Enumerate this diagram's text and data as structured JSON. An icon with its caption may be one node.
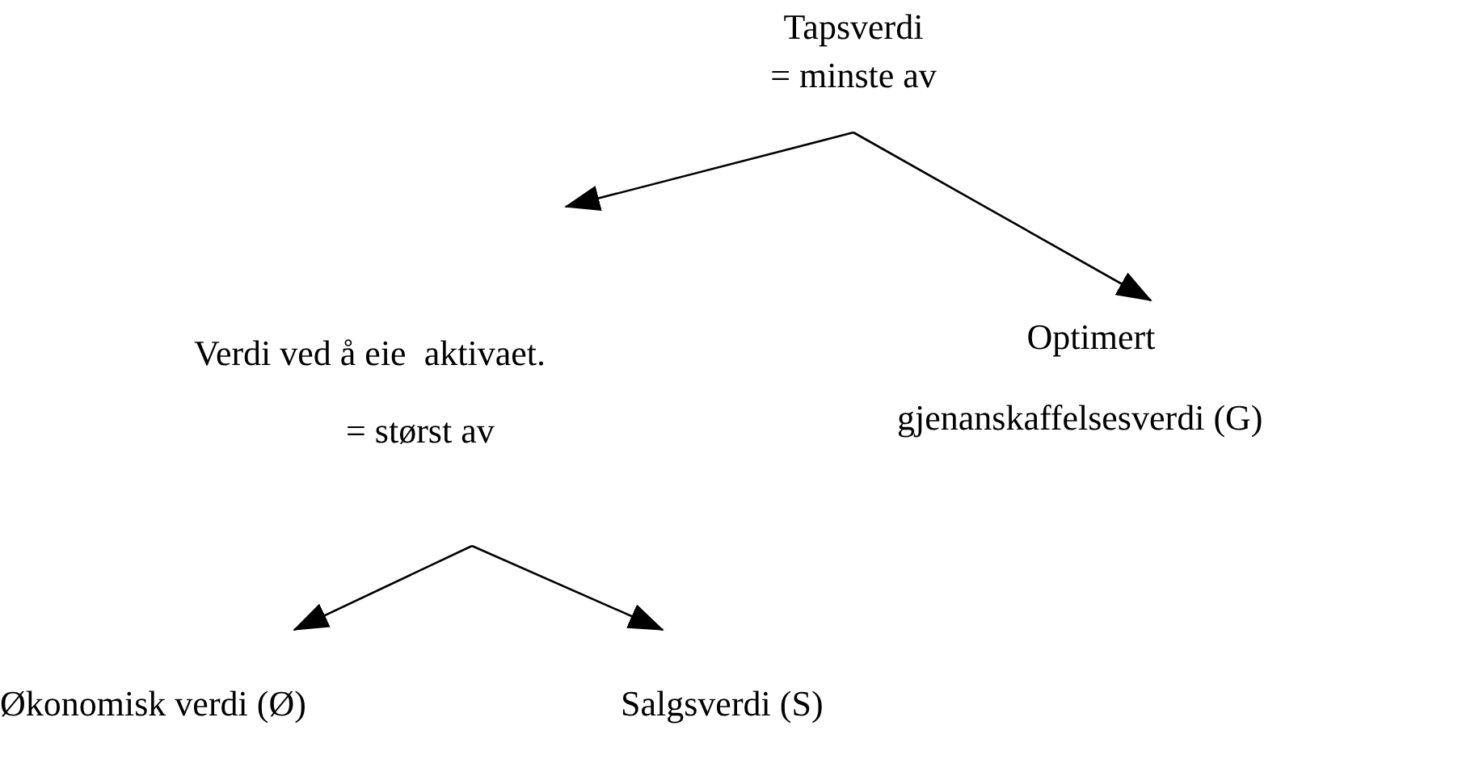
{
  "diagram": {
    "nodes": [
      {
        "text": [
          "Tapsverdi",
          "= minste av"
        ]
      },
      {
        "text": [
          "Verdi ved å eie  aktivaet.",
          "= størst av"
        ]
      },
      {
        "text": [
          "Optimert",
          "gjenanskaffelsesverdi (G)"
        ]
      },
      {
        "text": [
          "Økonomisk verdi (Ø)"
        ]
      },
      {
        "text": [
          "Salgsverdi (S)"
        ]
      }
    ],
    "edges": [
      {
        "from": 0,
        "to": 1,
        "arrow": "to"
      },
      {
        "from": 0,
        "to": 2,
        "arrow": "to"
      },
      {
        "from": 1,
        "to": 3,
        "arrow": "to"
      },
      {
        "from": 1,
        "to": 4,
        "arrow": "to"
      }
    ]
  }
}
